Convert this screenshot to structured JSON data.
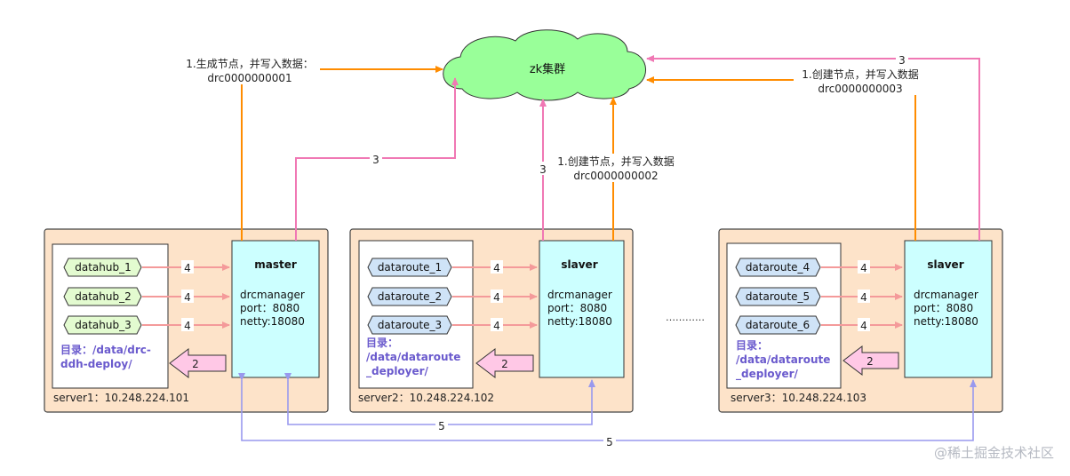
{
  "cluster": {
    "label": "zk集群"
  },
  "servers": [
    {
      "id": "server1",
      "label": "server1：10.248.224.101",
      "manager": {
        "role": "master",
        "lines": [
          "drcmanager",
          "port：8080",
          "netty:18080"
        ]
      },
      "nodes": [
        "datahub_1",
        "datahub_2",
        "datahub_3"
      ],
      "node_color": "#e3fbd0",
      "dir_lines": [
        "目录：/data/drc-",
        "ddh-deploy/"
      ]
    },
    {
      "id": "server2",
      "label": "server2：10.248.224.102",
      "manager": {
        "role": "slaver",
        "lines": [
          "drcmanager",
          "port：8080",
          "netty:18080"
        ]
      },
      "nodes": [
        "dataroute_1",
        "dataroute_2",
        "dataroute_3"
      ],
      "node_color": "#cfe3f7",
      "dir_lines": [
        "目录：",
        "/data/dataroute",
        "_deployer/"
      ]
    },
    {
      "id": "server3",
      "label": "server3：10.248.224.103",
      "manager": {
        "role": "slaver",
        "lines": [
          "drcmanager",
          "port：8080",
          "netty:18080"
        ]
      },
      "nodes": [
        "dataroute_4",
        "dataroute_5",
        "dataroute_6"
      ],
      "node_color": "#cfe3f7",
      "dir_lines": [
        "目录：",
        "/data/dataroute",
        "_deployer/"
      ]
    }
  ],
  "notes": {
    "server1": [
      "1.生成节点，并写入数据：",
      "drc0000000001"
    ],
    "server2": [
      "1.创建节点，并写入数据",
      "drc0000000002"
    ],
    "server3": [
      "1.创建节点，并写入数据",
      "drc0000000003"
    ]
  },
  "edge_labels": {
    "register": "4",
    "deploy": "2",
    "watch": "3",
    "connect": "5"
  },
  "ellipsis": "…………",
  "watermark": "@稀土掘金技术社区",
  "colors": {
    "server_bg": "#fde3c9",
    "server_border": "#444444",
    "manager_bg": "#ccffff",
    "cloud": "#99ff99",
    "orange": "#ff8c00",
    "pink": "#f078b4",
    "salmon": "#f49a9a",
    "purple": "#9999ee",
    "big_arrow": "#ffc8e6",
    "dir_text": "#6a5acd"
  }
}
